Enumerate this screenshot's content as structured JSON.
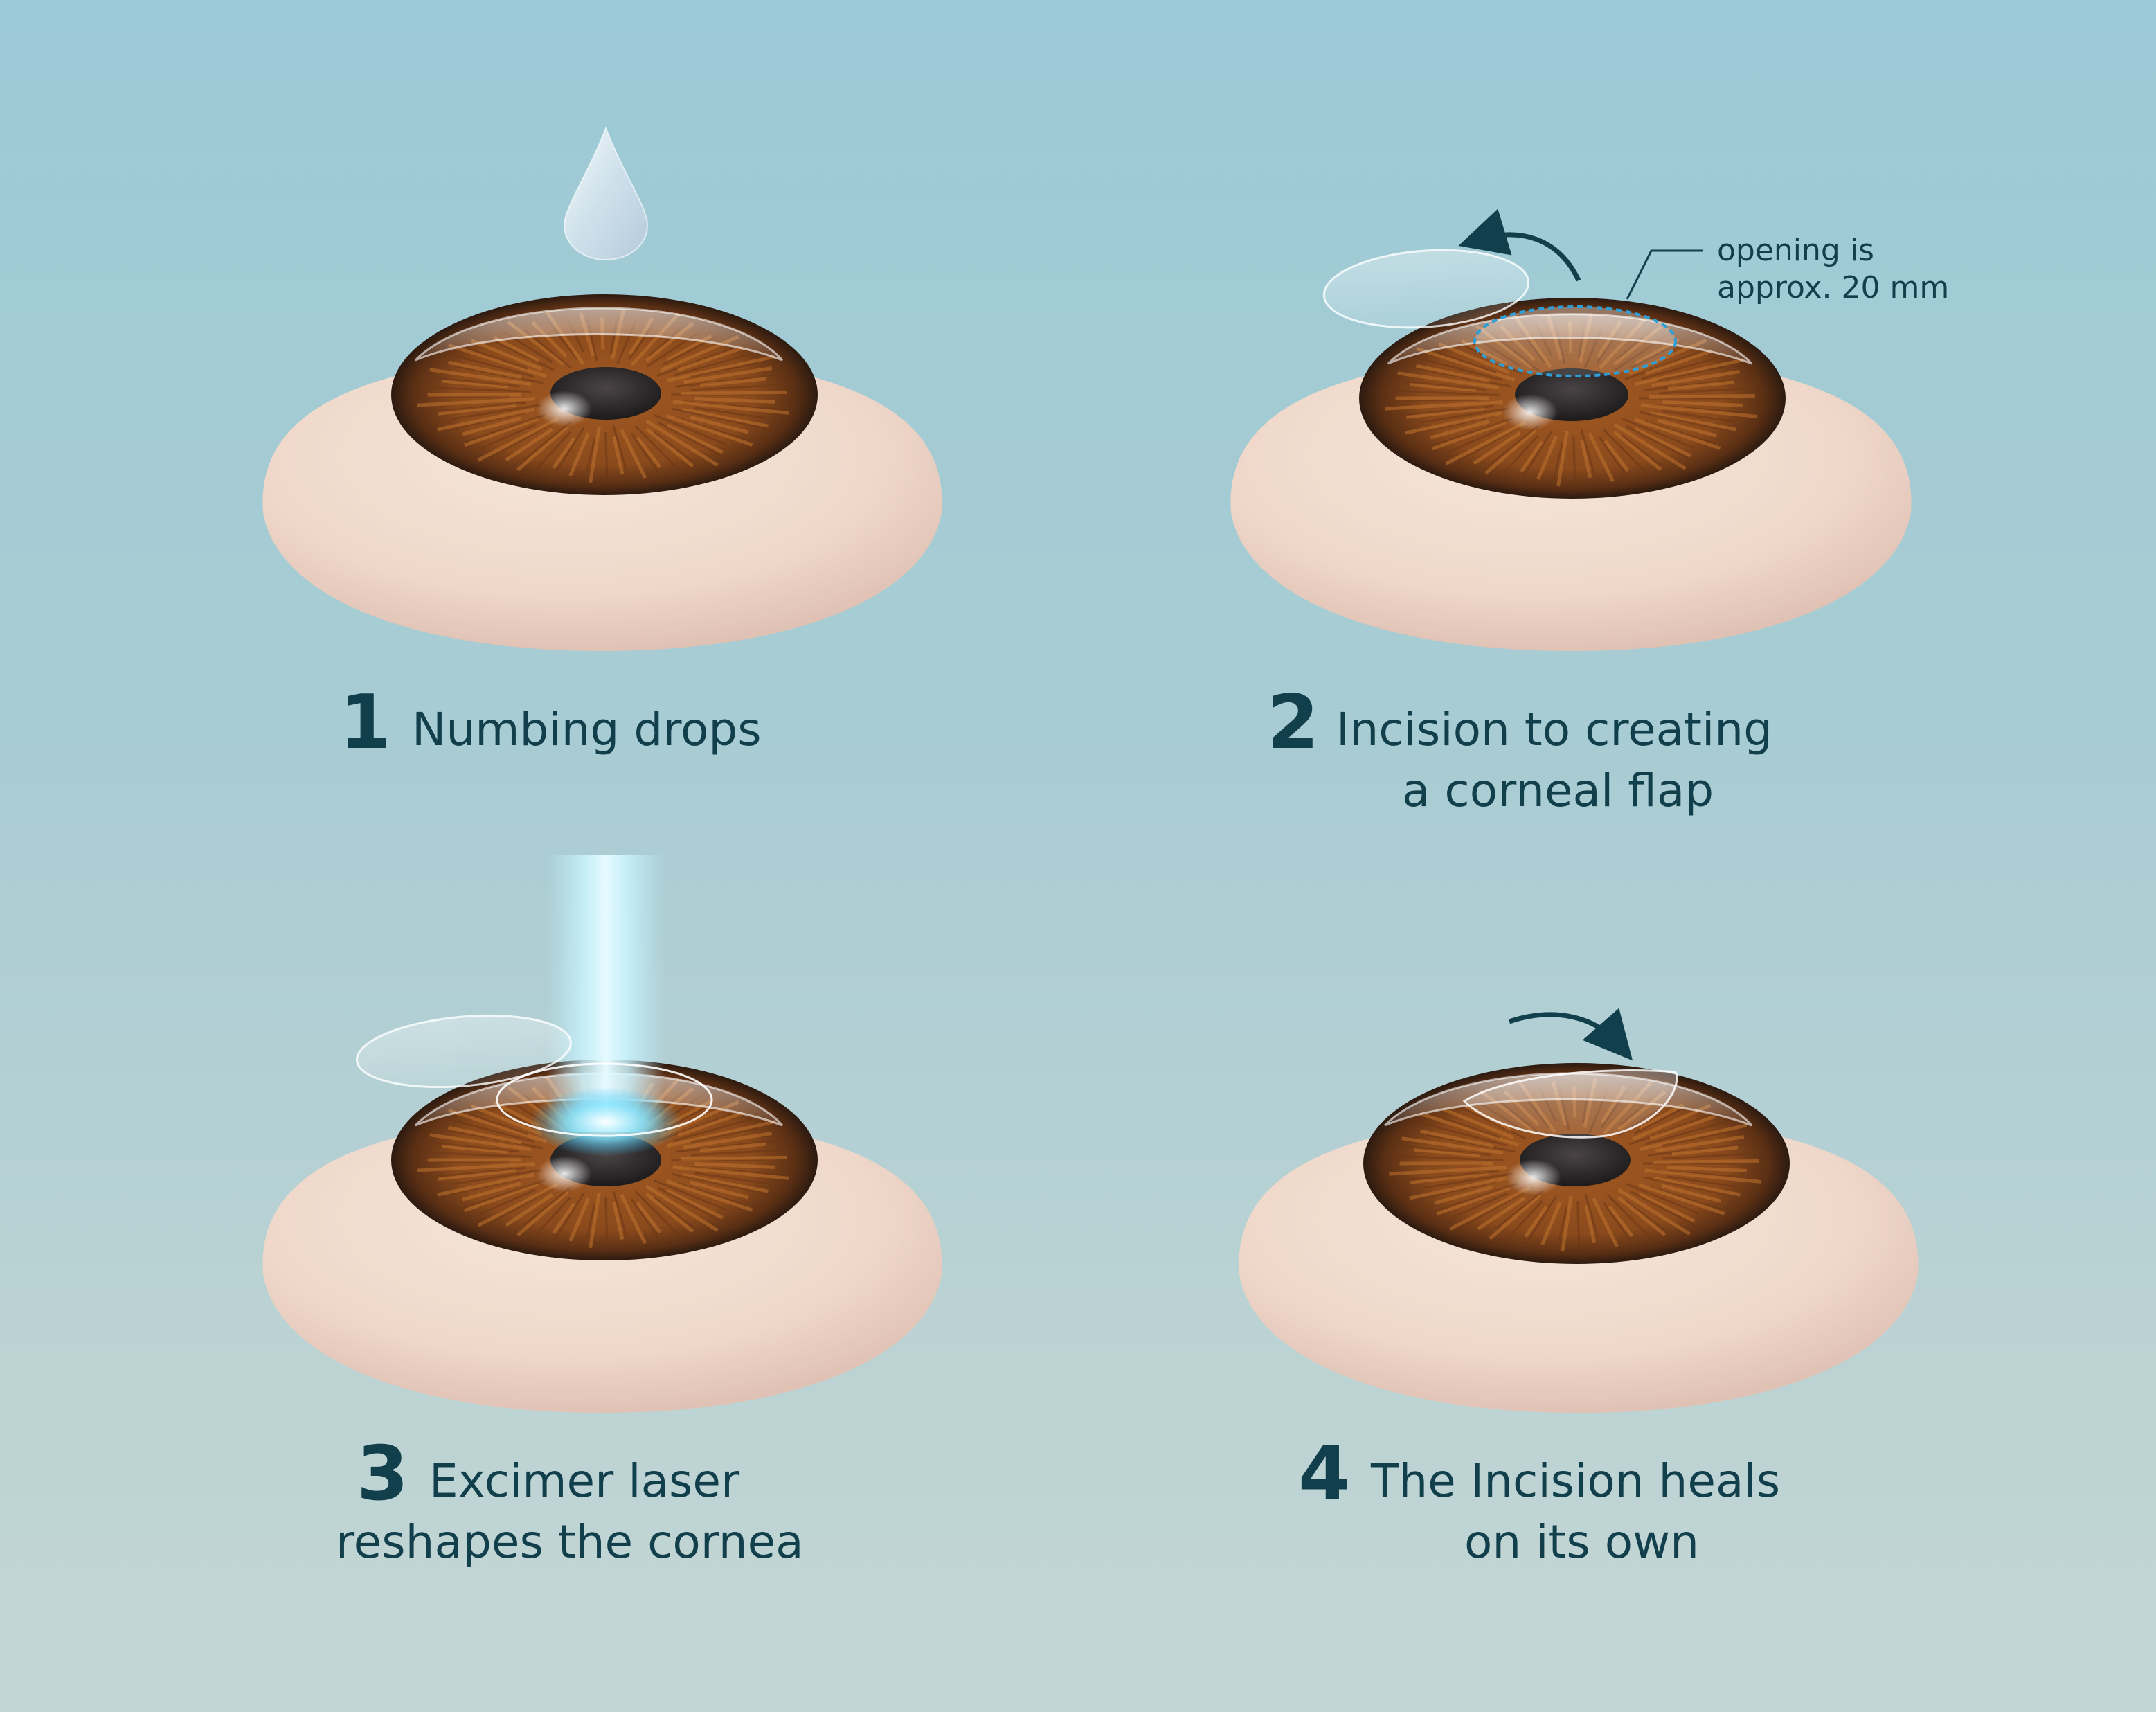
{
  "steps": [
    {
      "number": "1",
      "line1": "Numbing drops",
      "line2": ""
    },
    {
      "number": "2",
      "line1": "Incision to creating",
      "line2": "a corneal flap"
    },
    {
      "number": "3",
      "line1": "Excimer laser",
      "line2": "reshapes the cornea"
    },
    {
      "number": "4",
      "line1": "The Incision heals",
      "line2": "on its own"
    }
  ],
  "annotation": {
    "line1": "opening is",
    "line2": "approx. 20 mm"
  },
  "colors": {
    "text": "#123f4c",
    "iris": "#8a4a1c",
    "pupil": "#2e2a2b",
    "skin": "#f1ddd0",
    "incision_outline": "#2e9fd6",
    "laser": "#c9f4ff"
  }
}
